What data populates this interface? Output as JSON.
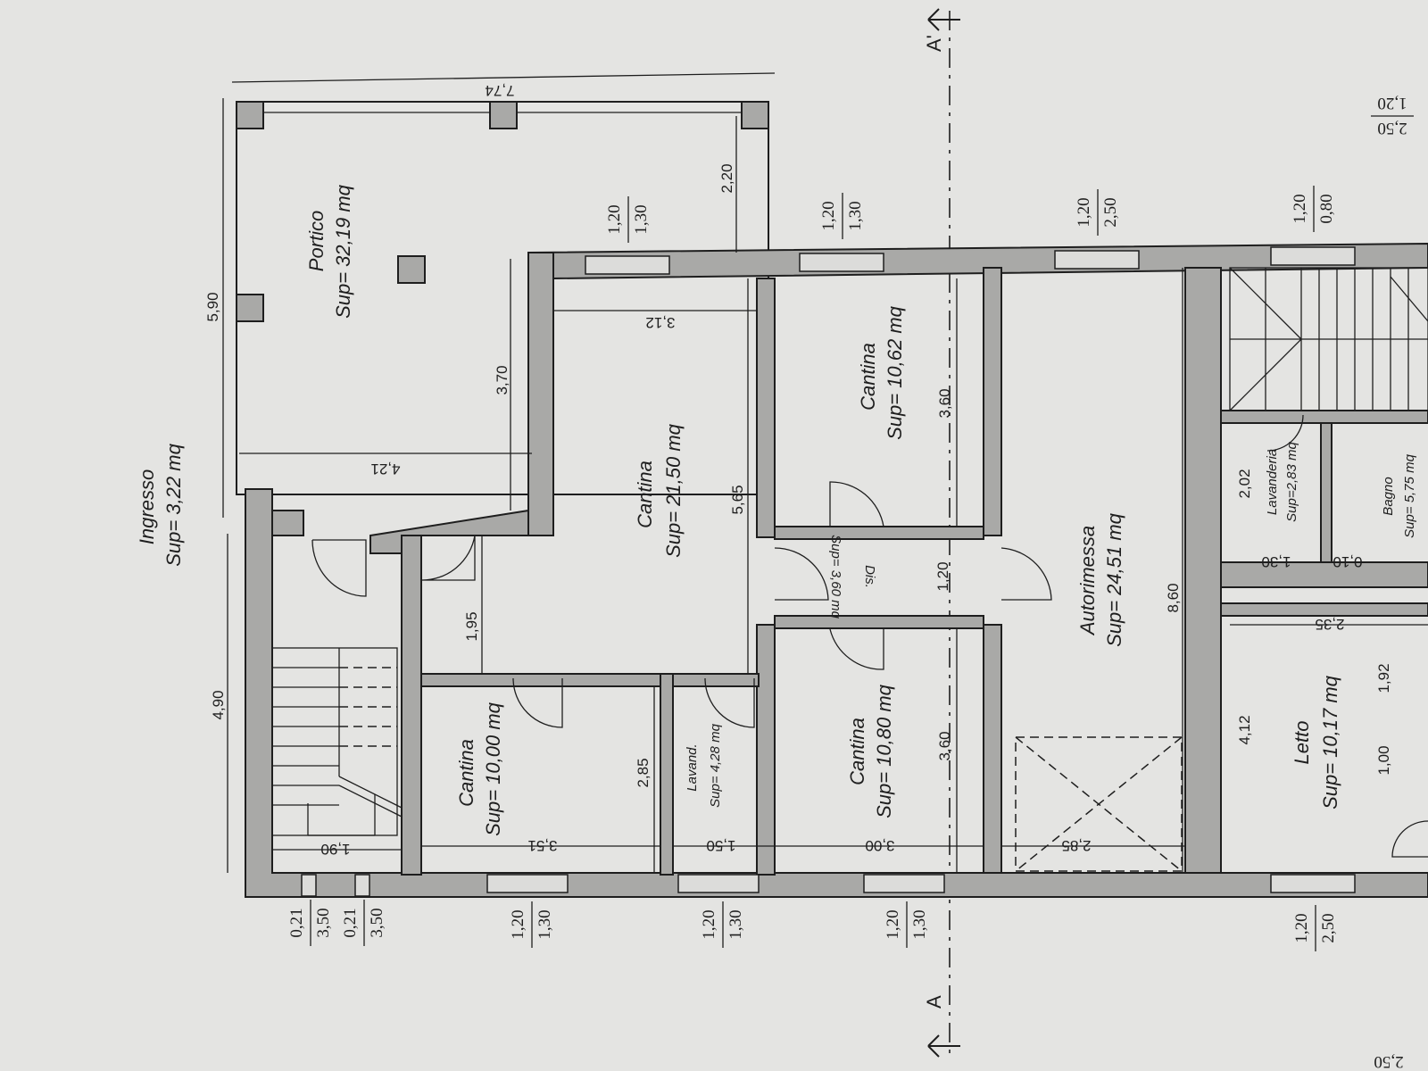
{
  "rooms": {
    "portico": {
      "name": "Portico",
      "area": "Sup= 32,19 mq"
    },
    "ingresso": {
      "name": "Ingresso",
      "area": "Sup= 3,22 mq"
    },
    "cantina_main": {
      "name": "Cantina",
      "area": "Sup= 21,50 mq"
    },
    "cantina_top_right": {
      "name": "Cantina",
      "area": "Sup= 10,62 mq"
    },
    "cantina_lower_left": {
      "name": "Cantina",
      "area": "Sup= 10,00 mq"
    },
    "lavand": {
      "name": "Lavand.",
      "area": "Sup= 4,28 mq"
    },
    "cantina_lower_mid": {
      "name": "Cantina",
      "area": "Sup= 10,80 mq"
    },
    "dis": {
      "name": "Dis.",
      "area": "Sup= 3,60 mq"
    },
    "autorimessa": {
      "name": "Autorimessa",
      "area": "Sup= 24,51 mq"
    },
    "lavanderia": {
      "name": "Lavanderia",
      "area": "Sup=2,83 mq"
    },
    "bagno": {
      "name": "Bagno",
      "area": "Sup= 5,75 mq"
    },
    "letto": {
      "name": "Letto",
      "area": "Sup= 10,17 mq"
    }
  },
  "dimensions": {
    "portico_width": "7,74",
    "portico_depth": "5,90",
    "portico_inner_depth": "2,20",
    "portico_side": "3,70",
    "portico_inner_width": "4,21",
    "entry_length": "4,90",
    "cantina_main_width": "3,12",
    "cantina_main_length": "5,65",
    "cantina_tr_length": "3,60",
    "cantina_lm_length": "3,60",
    "dis_width": "1,20",
    "corridor": "1,95",
    "cantina_ll_length": "2,85",
    "stair_width": "1,90",
    "cantina_ll_width": "3,51",
    "lavand_width": "1,50",
    "cantina_lm_width": "3,00",
    "garage_width": "2,85",
    "garage_length": "8,60",
    "lavanderia_depth": "2,02",
    "lavanderia_width": "1,30",
    "bagno_gap": "0,10",
    "letto_width": "2,35",
    "letto_length": "4,12",
    "letto_side_a": "1,92",
    "letto_side_b": "1,00",
    "corner_top_a": "1,20",
    "corner_top_b": "2,50",
    "corner_bottom": "2,50"
  },
  "windows": {
    "top": [
      {
        "w": "1,20",
        "h": "1,30"
      },
      {
        "w": "1,20",
        "h": "1,30"
      },
      {
        "w": "1,20",
        "h": "2,50"
      },
      {
        "w": "1,20",
        "h": "0,80"
      }
    ],
    "bottom": [
      {
        "w": "0,21",
        "h": "3,50"
      },
      {
        "w": "0,21",
        "h": "3,50"
      },
      {
        "w": "1,20",
        "h": "1,30"
      },
      {
        "w": "1,20",
        "h": "1,30"
      },
      {
        "w": "1,20",
        "h": "1,30"
      },
      {
        "w": "1,20",
        "h": "2,50"
      }
    ]
  },
  "section": {
    "top_label": "A'",
    "bottom_label": "A"
  },
  "colors": {
    "paper": "#e4e4e2",
    "wall": "#a9a9a7",
    "ink": "#1e1e1e"
  }
}
